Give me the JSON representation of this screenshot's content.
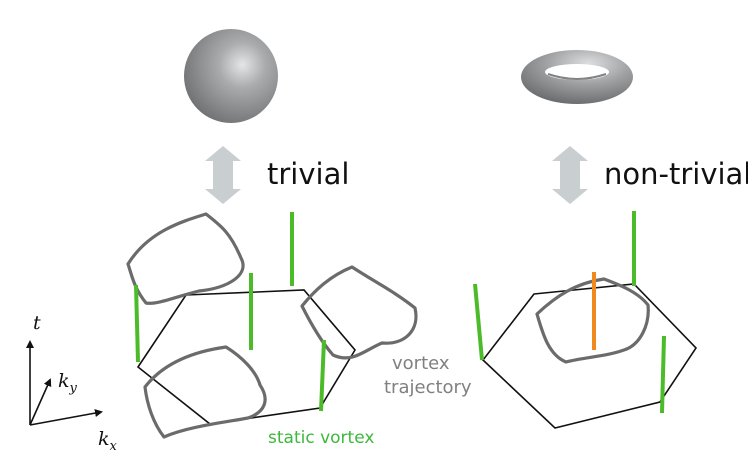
{
  "labels": {
    "trivial": "trivial",
    "non_trivial": "non-trivial",
    "vortex_trajectory_line1": "vortex",
    "vortex_trajectory_line2": "trajectory",
    "static_vortex": "static vortex"
  },
  "axes": {
    "t": "t",
    "k": "k",
    "y_sub": "y",
    "x_sub": "x"
  },
  "colors": {
    "static_vortex": "#4cbb2a",
    "moving_vortex": "#f0891e",
    "trajectory_loop": "#6b6b6b",
    "hexagon": "#111111",
    "arrow": "#c9ced0",
    "surface": "#9a9c9d"
  },
  "shapes": {
    "left": "sphere",
    "right": "torus"
  }
}
